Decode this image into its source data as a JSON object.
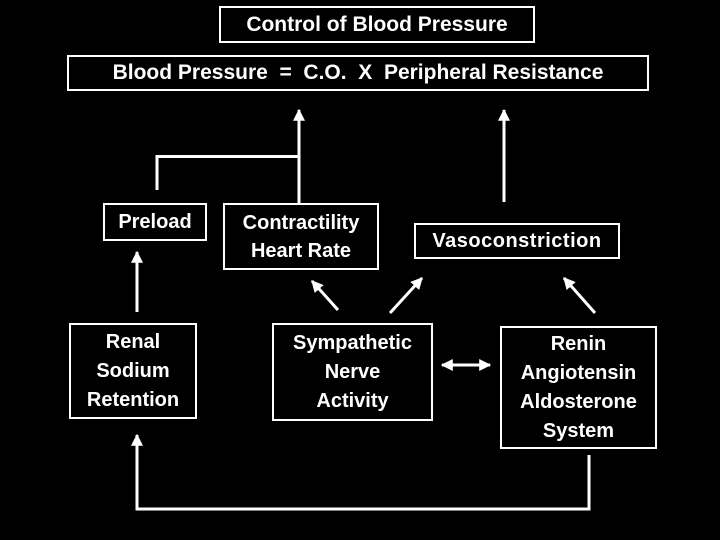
{
  "slide": {
    "title": "Control of Blood Pressure",
    "equation": "Blood Pressure  =  C.O.  X  Peripheral Resistance",
    "nodes": {
      "preload": {
        "label": "Preload"
      },
      "contractility_heart_rate": {
        "lines": [
          "Contractility",
          "Heart Rate"
        ]
      },
      "vasoconstriction": {
        "label": "Vasoconstriction"
      },
      "renal_sodium_retention": {
        "lines": [
          "Renal",
          "Sodium",
          "Retention"
        ]
      },
      "sympathetic_nerve_activity": {
        "lines": [
          "Sympathetic",
          "Nerve",
          "Activity"
        ]
      },
      "renin_angiotensin_aldosterone_system": {
        "lines": [
          "Renin",
          "Angiotensin",
          "Aldosterone",
          "System"
        ]
      }
    },
    "colors": {
      "background": "#000000",
      "box_border": "#ffffff",
      "text": "#ffffff",
      "arrow": "#ffffff"
    }
  }
}
